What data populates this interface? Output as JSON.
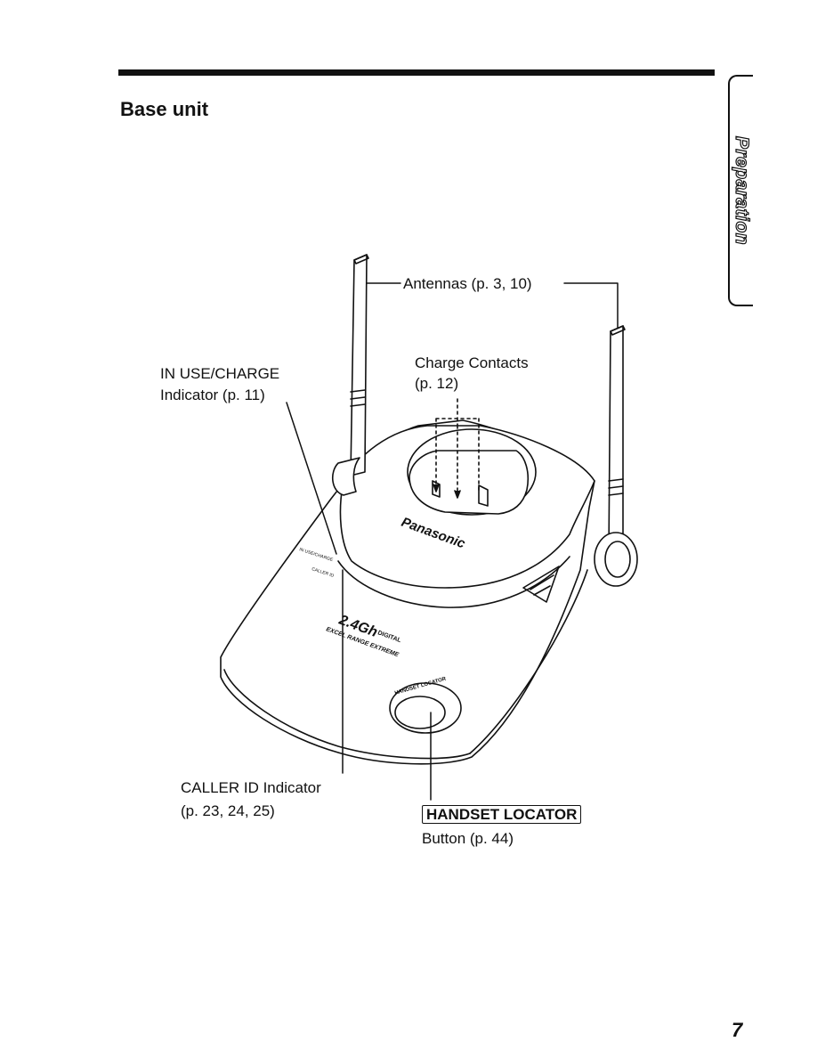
{
  "header": {
    "title": "Base unit"
  },
  "side_tab": {
    "label": "Preparation"
  },
  "callouts": {
    "antennas": "Antennas (p. 3, 10)",
    "charge_contacts_l1": "Charge Contacts",
    "charge_contacts_l2": "(p. 12)",
    "in_use_l1": "IN USE/CHARGE",
    "in_use_l2": "Indicator (p. 11)",
    "caller_id_l1": "CALLER ID Indicator",
    "caller_id_l2": "(p. 23, 24, 25)",
    "handset_locator_key": "HANDSET LOCATOR",
    "handset_locator_l2": "Button (p. 44)"
  },
  "device": {
    "brand": "Panasonic",
    "badge_main": "2.4Gh",
    "badge_sub": "DIGITAL",
    "badge_line2": "EXCEL RANGE EXTREME",
    "button_ring": "HANDSET LOCATOR",
    "led_label_1": "IN USE/CHARGE",
    "led_label_2": "CALLER ID"
  },
  "page": {
    "number": "7"
  }
}
